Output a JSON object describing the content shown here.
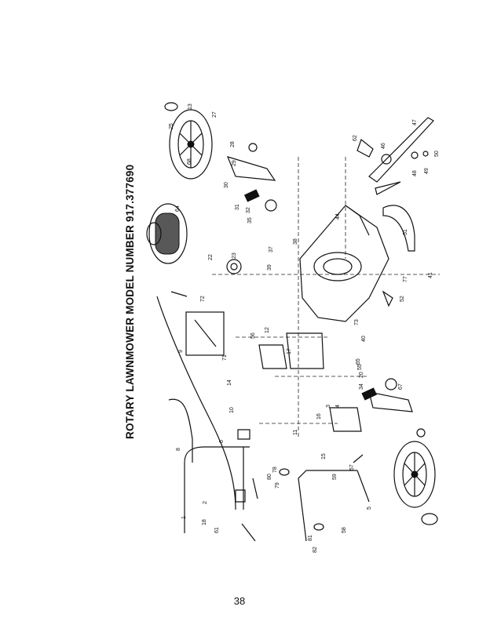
{
  "page": {
    "title": "ROTARY LAWNMOWER MODEL NUMBER 917.377690",
    "page_number": "38"
  },
  "diagram": {
    "callouts": [
      "1",
      "2",
      "3",
      "4",
      "5",
      "6",
      "8",
      "9",
      "10",
      "11",
      "12",
      "13",
      "14",
      "15",
      "16",
      "17",
      "18",
      "20",
      "22",
      "23",
      "25",
      "27",
      "28",
      "29",
      "30",
      "31",
      "32",
      "34",
      "35",
      "37",
      "38",
      "39",
      "40",
      "41",
      "44",
      "46",
      "47",
      "48",
      "49",
      "50",
      "51",
      "52",
      "55",
      "56",
      "57",
      "58",
      "59",
      "61",
      "62",
      "64",
      "65",
      "67",
      "68",
      "71",
      "72",
      "73",
      "77",
      "78",
      "79",
      "80",
      "81",
      "82"
    ]
  }
}
